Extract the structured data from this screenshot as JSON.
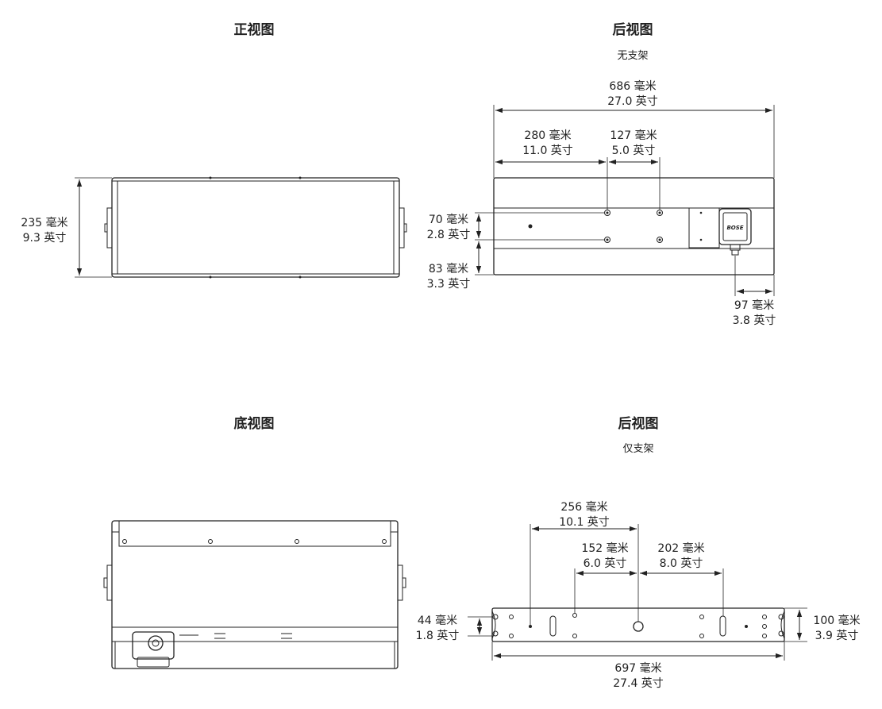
{
  "views": {
    "front": {
      "title": "正视图"
    },
    "rear_no_bracket": {
      "title": "后视图",
      "subtitle": "无支架"
    },
    "bottom": {
      "title": "底视图"
    },
    "rear_bracket_only": {
      "title": "后视图",
      "subtitle": "仅支架"
    }
  },
  "dimensions": {
    "front_height": {
      "mm": "235 毫米",
      "inch": "9.3 英寸"
    },
    "rear_total_width": {
      "mm": "686 毫米",
      "inch": "27.0 英寸"
    },
    "rear_left_offset": {
      "mm": "280 毫米",
      "inch": "11.0 英寸"
    },
    "rear_hole_spacing_h": {
      "mm": "127 毫米",
      "inch": "5.0 英寸"
    },
    "rear_hole_spacing_v": {
      "mm": "70 毫米",
      "inch": "2.8 英寸"
    },
    "rear_bottom_offset": {
      "mm": "83 毫米",
      "inch": "3.3 英寸"
    },
    "rear_right_offset": {
      "mm": "97 毫米",
      "inch": "3.8 英寸"
    },
    "bracket_left_span": {
      "mm": "256 毫米",
      "inch": "10.1 英寸"
    },
    "bracket_center_left": {
      "mm": "152 毫米",
      "inch": "6.0 英寸"
    },
    "bracket_center_right": {
      "mm": "202 毫米",
      "inch": "8.0 英寸"
    },
    "bracket_slot_height": {
      "mm": "44 毫米",
      "inch": "1.8 英寸"
    },
    "bracket_height": {
      "mm": "100 毫米",
      "inch": "3.9 英寸"
    },
    "bracket_total_width": {
      "mm": "697 毫米",
      "inch": "27.4 英寸"
    }
  },
  "logo": {
    "text": "BOSE"
  }
}
